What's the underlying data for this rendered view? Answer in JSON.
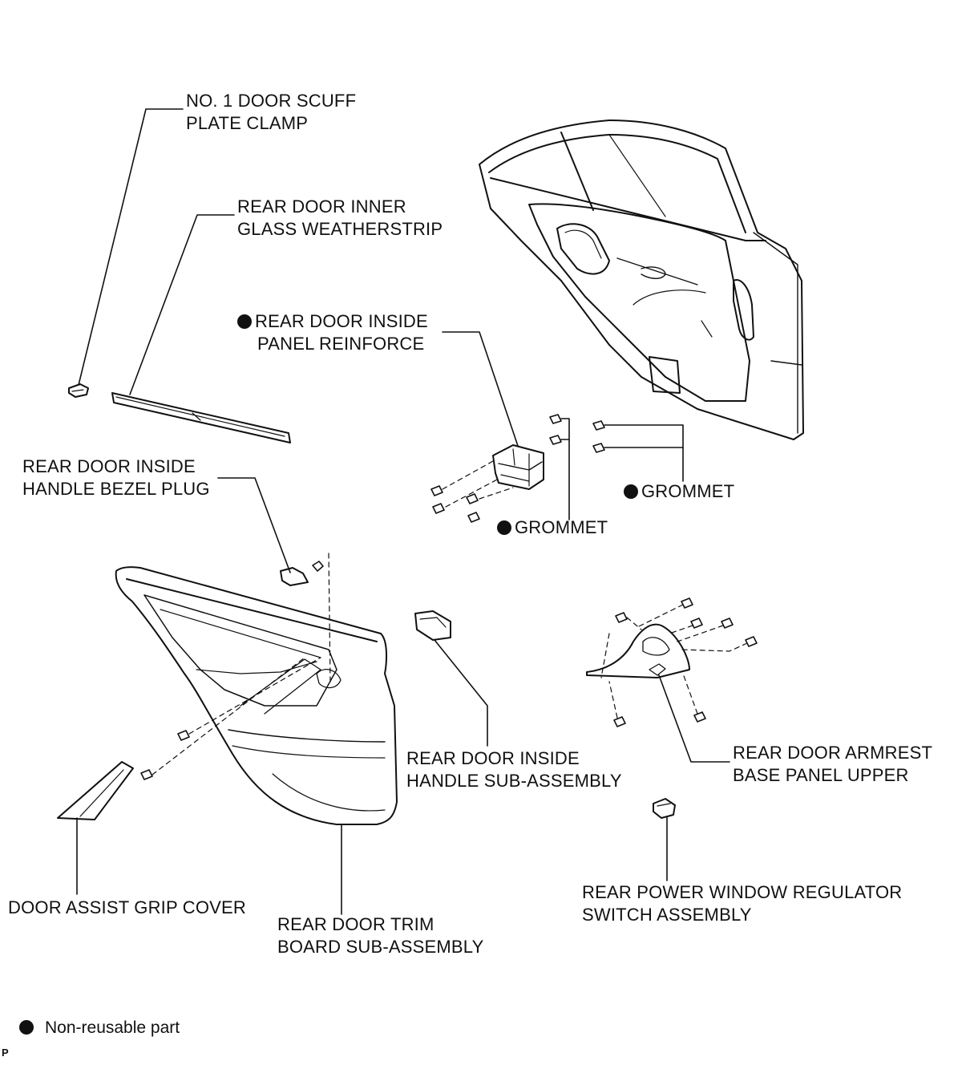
{
  "labels": {
    "scuff_clamp": [
      "NO. 1 DOOR SCUFF",
      "PLATE CLAMP"
    ],
    "weatherstrip": [
      "REAR DOOR INNER",
      "GLASS WEATHERSTRIP"
    ],
    "panel_reinforce": [
      "REAR DOOR INSIDE",
      "PANEL REINFORCE"
    ],
    "grommet_right": "GROMMET",
    "grommet_left": "GROMMET",
    "bezel_plug": [
      "REAR DOOR INSIDE",
      "HANDLE BEZEL PLUG"
    ],
    "inside_handle": [
      "REAR DOOR INSIDE",
      "HANDLE SUB-ASSEMBLY"
    ],
    "armrest_base": [
      "REAR DOOR ARMREST",
      "BASE PANEL UPPER"
    ],
    "assist_grip": "DOOR ASSIST GRIP COVER",
    "trim_board": [
      "REAR DOOR TRIM",
      "BOARD SUB-ASSEMBLY"
    ],
    "window_switch": [
      "REAR POWER WINDOW REGULATOR",
      "SWITCH ASSEMBLY"
    ]
  },
  "legend": {
    "text": "Non-reusable part"
  },
  "corner_mark": "P"
}
